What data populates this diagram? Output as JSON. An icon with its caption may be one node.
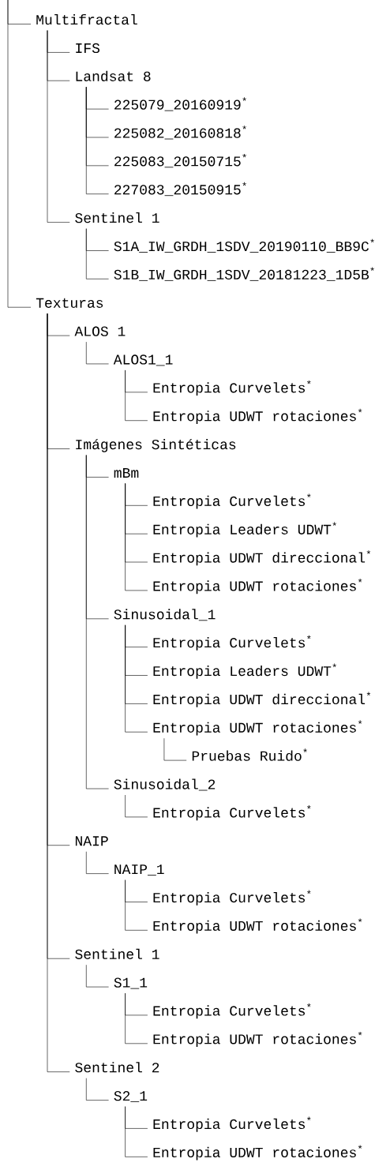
{
  "diagram": {
    "nodes": [
      {
        "text": [
          "Multifractal"
        ]
      },
      {
        "text": [
          "IFS"
        ]
      },
      {
        "text": [
          "Landsat 8"
        ]
      },
      {
        "text": [
          "225079_20160919$^{*}$"
        ]
      },
      {
        "text": [
          "225082_20160818$^{*}$"
        ]
      },
      {
        "text": [
          "225083_20150715$^{*}$"
        ]
      },
      {
        "text": [
          "227083_20150915$^{*}$"
        ]
      },
      {
        "text": [
          "Sentinel 1"
        ]
      },
      {
        "text": [
          "S1A_IW_GRDH_1SDV_20190110_BB9C$^{*}$"
        ]
      },
      {
        "text": [
          "S1B_IW_GRDH_1SDV_20181223_1D5B$^{*}$"
        ]
      },
      {
        "text": [
          "Texturas"
        ]
      },
      {
        "text": [
          "ALOS 1"
        ]
      },
      {
        "text": [
          "ALOS1_1"
        ]
      },
      {
        "text": [
          "Entropia Curvelets$^{*}$"
        ]
      },
      {
        "text": [
          "Entropia UDWT rotaciones$^{*}$"
        ]
      },
      {
        "text": [
          "Imágenes Sintéticas"
        ]
      },
      {
        "text": [
          "mBm"
        ]
      },
      {
        "text": [
          "Entropia Curvelets$^{*}$"
        ]
      },
      {
        "text": [
          "Entropia Leaders UDWT$^{*}$"
        ]
      },
      {
        "text": [
          "Entropia UDWT direccional$^{*}$"
        ]
      },
      {
        "text": [
          "Entropia UDWT rotaciones$^{*}$"
        ]
      },
      {
        "text": [
          "Sinusoidal_1"
        ]
      },
      {
        "text": [
          "Entropia Curvelets$^{*}$"
        ]
      },
      {
        "text": [
          "Entropia Leaders UDWT$^{*}$"
        ]
      },
      {
        "text": [
          "Entropia UDWT direccional$^{*}$"
        ]
      },
      {
        "text": [
          "Entropia UDWT rotaciones$^{*}$"
        ]
      },
      {
        "text": [
          "Pruebas Ruido$^{*}$"
        ]
      },
      {
        "text": [
          "Sinusoidal_2"
        ]
      },
      {
        "text": [
          "Entropia Curvelets$^{*}$"
        ]
      },
      {
        "text": [
          "NAIP"
        ]
      },
      {
        "text": [
          "NAIP_1"
        ]
      },
      {
        "text": [
          "Entropia Curvelets$^{*}$"
        ]
      },
      {
        "text": [
          "Entropia UDWT rotaciones$^{*}$"
        ]
      },
      {
        "text": [
          "Sentinel 1"
        ]
      },
      {
        "text": [
          "S1_1"
        ]
      },
      {
        "text": [
          "Entropia Curvelets$^{*}$"
        ]
      },
      {
        "text": [
          "Entropia UDWT rotaciones$^{*}$"
        ]
      },
      {
        "text": [
          "Sentinel 2"
        ]
      },
      {
        "text": [
          "S2_1"
        ]
      },
      {
        "text": [
          "Entropia Curvelets$^{*}$"
        ]
      },
      {
        "text": [
          "Entropia UDWT rotaciones$^{*}$"
        ]
      }
    ],
    "edges": [
      {
        "from": null,
        "to": 0,
        "arrow": "none"
      },
      {
        "from": 0,
        "to": 1,
        "arrow": "none"
      },
      {
        "from": 0,
        "to": 2,
        "arrow": "none"
      },
      {
        "from": 2,
        "to": 3,
        "arrow": "none"
      },
      {
        "from": 2,
        "to": 4,
        "arrow": "none"
      },
      {
        "from": 2,
        "to": 5,
        "arrow": "none"
      },
      {
        "from": 2,
        "to": 6,
        "arrow": "none"
      },
      {
        "from": 0,
        "to": 7,
        "arrow": "none"
      },
      {
        "from": 7,
        "to": 8,
        "arrow": "none"
      },
      {
        "from": 7,
        "to": 9,
        "arrow": "none"
      },
      {
        "from": null,
        "to": 10,
        "arrow": "none"
      },
      {
        "from": 10,
        "to": 11,
        "arrow": "none"
      },
      {
        "from": 11,
        "to": 12,
        "arrow": "none"
      },
      {
        "from": 12,
        "to": 13,
        "arrow": "none"
      },
      {
        "from": 12,
        "to": 14,
        "arrow": "none"
      },
      {
        "from": 10,
        "to": 15,
        "arrow": "none"
      },
      {
        "from": 15,
        "to": 16,
        "arrow": "none"
      },
      {
        "from": 16,
        "to": 17,
        "arrow": "none"
      },
      {
        "from": 16,
        "to": 18,
        "arrow": "none"
      },
      {
        "from": 16,
        "to": 19,
        "arrow": "none"
      },
      {
        "from": 16,
        "to": 20,
        "arrow": "none"
      },
      {
        "from": 15,
        "to": 21,
        "arrow": "none"
      },
      {
        "from": 21,
        "to": 22,
        "arrow": "none"
      },
      {
        "from": 21,
        "to": 23,
        "arrow": "none"
      },
      {
        "from": 21,
        "to": 24,
        "arrow": "none"
      },
      {
        "from": 21,
        "to": 25,
        "arrow": "none"
      },
      {
        "from": 25,
        "to": 26,
        "arrow": "none"
      },
      {
        "from": 15,
        "to": 27,
        "arrow": "none"
      },
      {
        "from": 27,
        "to": 28,
        "arrow": "none"
      },
      {
        "from": 10,
        "to": 29,
        "arrow": "none"
      },
      {
        "from": 29,
        "to": 30,
        "arrow": "none"
      },
      {
        "from": 30,
        "to": 31,
        "arrow": "none"
      },
      {
        "from": 30,
        "to": 32,
        "arrow": "none"
      },
      {
        "from": 10,
        "to": 33,
        "arrow": "none"
      },
      {
        "from": 33,
        "to": 34,
        "arrow": "none"
      },
      {
        "from": 34,
        "to": 35,
        "arrow": "none"
      },
      {
        "from": 34,
        "to": 36,
        "arrow": "none"
      },
      {
        "from": 10,
        "to": 37,
        "arrow": "none"
      },
      {
        "from": 37,
        "to": 38,
        "arrow": "none"
      },
      {
        "from": 38,
        "to": 39,
        "arrow": "none"
      },
      {
        "from": 38,
        "to": 40,
        "arrow": "none"
      }
    ]
  }
}
